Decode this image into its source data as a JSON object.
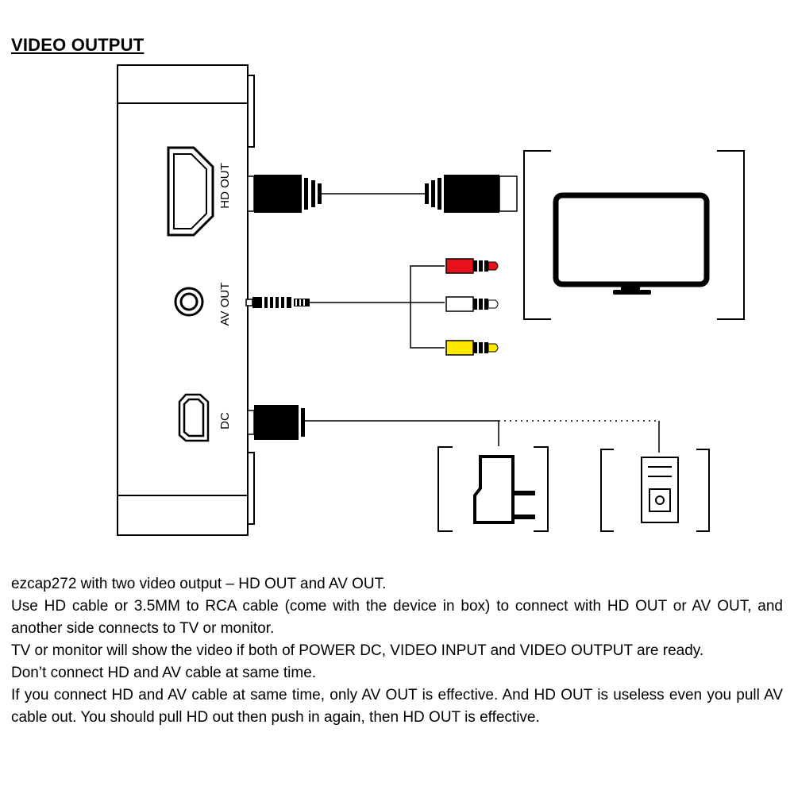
{
  "title": "VIDEO OUTPUT",
  "ports": {
    "hd_out": "HD OUT",
    "av_out": "AV OUT",
    "dc": "DC"
  },
  "colors": {
    "rca_red": "#e8101a",
    "rca_white": "#ffffff",
    "rca_yellow": "#ffe800",
    "outline": "#000000"
  },
  "icons": [
    "hdmi-port-icon",
    "av-jack-icon",
    "mini-usb-port-icon",
    "tv-monitor-icon",
    "power-adapter-icon",
    "computer-tower-icon"
  ],
  "description": {
    "line1": "ezcap272 with two video output – HD OUT and AV OUT.",
    "line2": "Use HD cable or 3.5MM to RCA cable (come with the device in box) to connect with HD OUT or AV OUT, and another side connects to TV or monitor.",
    "line3": "TV or monitor will show the video if both of POWER DC, VIDEO INPUT and VIDEO OUTPUT are ready.",
    "line4": "Don’t connect HD and AV cable at same time.",
    "line5": "If you connect HD and AV cable at same time, only AV OUT is effective. And HD OUT is useless even you pull AV cable out. You should pull HD out then push in again, then HD OUT is effective."
  }
}
